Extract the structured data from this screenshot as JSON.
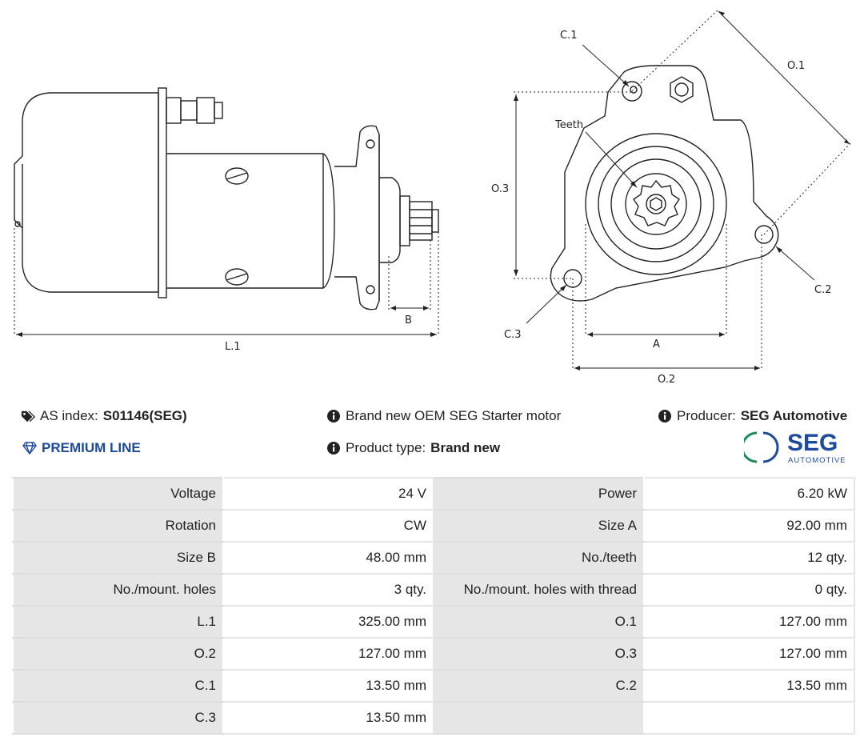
{
  "drawing": {
    "labels": {
      "l1": "L.1",
      "b": "B",
      "a": "A",
      "o1": "O.1",
      "o2": "O.2",
      "o3": "O.3",
      "c1": "C.1",
      "c2": "C.2",
      "c3": "C.3",
      "teeth": "Teeth"
    }
  },
  "info": {
    "as_index_label": "AS index:",
    "as_index_value": "S01146(SEG)",
    "premium_line": "PREMIUM LINE",
    "description": "Brand new OEM SEG Starter motor",
    "product_type_label": "Product type:",
    "product_type_value": "Brand new",
    "producer_label": "Producer:",
    "producer_value": "SEG Automotive",
    "logo_text": "SEG",
    "logo_subtext": "AUTOMOTIVE",
    "icons": {
      "tag": "tags-icon",
      "diamond": "diamond-icon",
      "info": "info-circle-icon"
    },
    "colors": {
      "premium": "#1e4a9c",
      "logo_blue": "#1e4a9c",
      "logo_green": "#1b8a5a"
    }
  },
  "specs": {
    "rows": [
      {
        "k1": "Voltage",
        "v1": "24 V",
        "k2": "Power",
        "v2": "6.20 kW"
      },
      {
        "k1": "Rotation",
        "v1": "CW",
        "k2": "Size A",
        "v2": "92.00 mm"
      },
      {
        "k1": "Size B",
        "v1": "48.00 mm",
        "k2": "No./teeth",
        "v2": "12 qty."
      },
      {
        "k1": "No./mount. holes",
        "v1": "3 qty.",
        "k2": "No./mount. holes with thread",
        "v2": "0 qty."
      },
      {
        "k1": "L.1",
        "v1": "325.00 mm",
        "k2": "O.1",
        "v2": "127.00 mm"
      },
      {
        "k1": "O.2",
        "v1": "127.00 mm",
        "k2": "O.3",
        "v2": "127.00 mm"
      },
      {
        "k1": "C.1",
        "v1": "13.50 mm",
        "k2": "C.2",
        "v2": "13.50 mm"
      },
      {
        "k1": "C.3",
        "v1": "13.50 mm",
        "k2": "",
        "v2": ""
      }
    ]
  }
}
